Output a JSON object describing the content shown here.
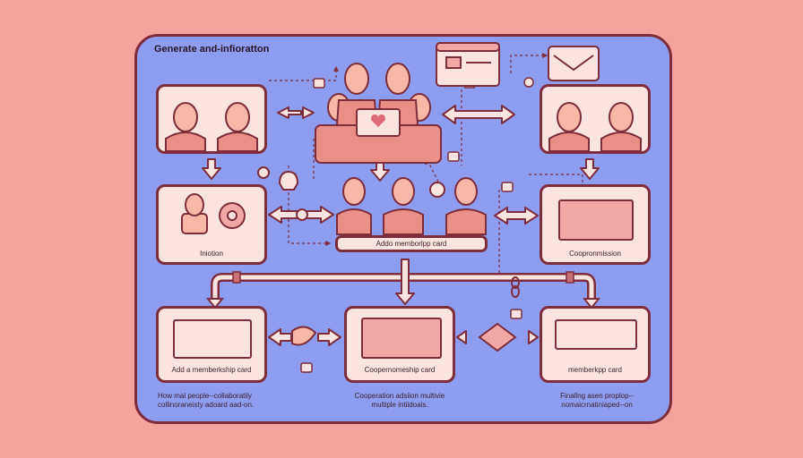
{
  "title": "Generate and-infioratton",
  "bar_label": "Addo memborlpp card",
  "cards": {
    "initiation_label": "Iniotion",
    "cooperation_label": "Coopronmission",
    "add_card_label": "Add a memberkship card",
    "coop_card_label": "Coopernomeship card",
    "member_card_label": "memberkpp card"
  },
  "captions": {
    "left_line1": "How mal people--collaboratily",
    "left_line2": "collinoraneisty adoard aad-on.",
    "middle_line1": "Cooperation adsiion multivie",
    "middle_line2": "multiple intiidoals.",
    "right_line1": "Finallng asen proplop--",
    "right_line2": "nomaicrnatiniaped--on"
  },
  "colors": {
    "background": "#f5a39e",
    "board": "#8f9df0",
    "card": "#fbe3df",
    "outline": "#7d2d3c",
    "skin": "#f7b8a9",
    "shirt": "#e98f88"
  }
}
